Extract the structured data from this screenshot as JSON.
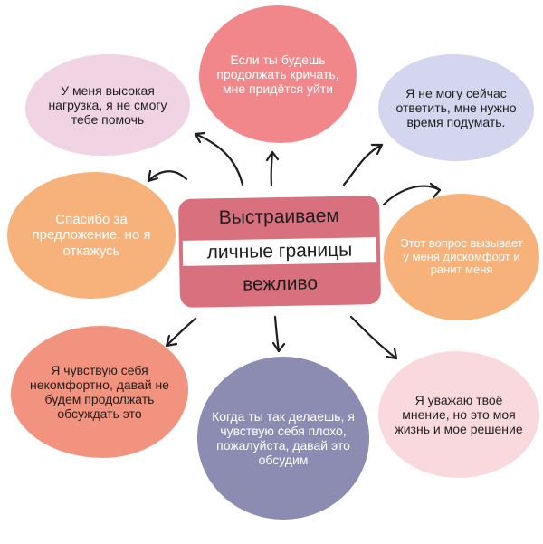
{
  "center": {
    "line1": "Выстраиваем",
    "line2": "личные границы",
    "line3": "вежливо"
  },
  "bubbles": {
    "top_left": "У меня высокая нагрузка, я не смогу тебе помочь",
    "top": "Если ты будешь продолжать кричать, мне придётся уйти",
    "top_right": "Я не могу сейчас ответить, мне нужно время подумать.",
    "left": "Спасибо за предложение, но я откажусь",
    "right": "Этот вопрос вызывает у меня дискомфорт и ранит меня",
    "bottom_left": "Я чувствую себя некомфортно, давай не будем продолжать обсуждать это",
    "bottom": "Когда ты так делаешь, я чувствую себя плохо, пожалуйста, давай это обсудим",
    "bottom_right": "Я уважаю твоё мнение, но это моя жизнь и мое решение"
  },
  "colors": {
    "pink_light": "#f1d4e3",
    "pink": "#f2878b",
    "lavender": "#d4d5ee",
    "orange": "#f7b27c",
    "coral": "#f29380",
    "slate": "#8c8bb1",
    "rose": "#fad9de",
    "center": "#d9707e"
  }
}
